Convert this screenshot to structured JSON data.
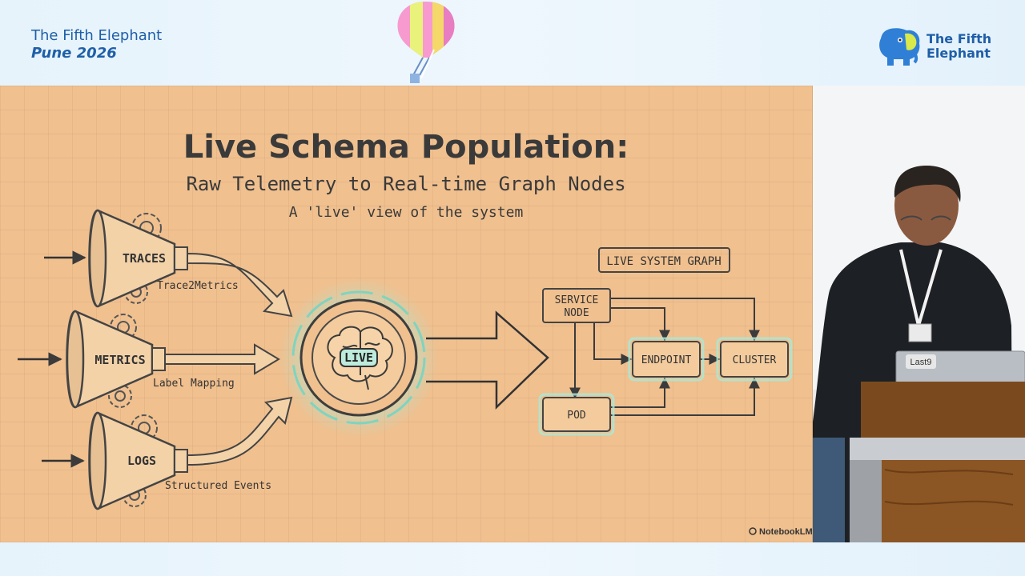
{
  "event": {
    "line1": "The Fifth Elephant",
    "line2": "Pune 2026"
  },
  "brand": {
    "line1": "The Fifth",
    "line2": "Elephant"
  },
  "slide": {
    "title": "Live Schema Population:",
    "subtitle": "Raw Telemetry to Real-time Graph Nodes",
    "tagline": "A 'live' view of the system",
    "sources": [
      {
        "label": "TRACES",
        "caption": "Trace2Metrics"
      },
      {
        "label": "METRICS",
        "caption": "Label Mapping"
      },
      {
        "label": "LOGS",
        "caption": "Structured Events"
      }
    ],
    "center_label": "LIVE",
    "graph_title": "LIVE SYSTEM GRAPH",
    "nodes": {
      "service_line1": "SERVICE",
      "service_line2": "NODE",
      "endpoint": "ENDPOINT",
      "cluster": "CLUSTER",
      "pod": "POD"
    },
    "watermark": "NotebookLM"
  },
  "camera": {
    "laptop_sticker": "Last9"
  },
  "colors": {
    "slide_bg": "#f0c08f",
    "ink": "#3b3b3b",
    "glow": "#a7e8d8",
    "brand_blue": "#1f5fa8"
  }
}
